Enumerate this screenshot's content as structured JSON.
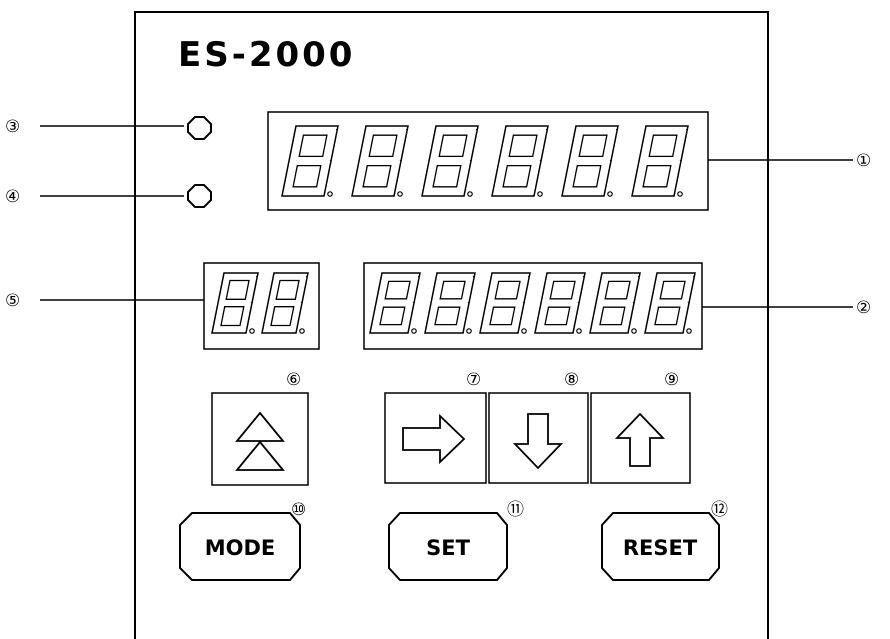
{
  "device": {
    "model_name": "ES-2000"
  },
  "displays": {
    "main": {
      "digits": 6,
      "callout": "①"
    },
    "sub": {
      "digits": 6,
      "callout": "②"
    },
    "small": {
      "digits": 2,
      "callout": "⑤"
    }
  },
  "leds": [
    {
      "callout": "③"
    },
    {
      "callout": "④"
    }
  ],
  "arrow_keys": [
    {
      "icon": "double-up-arrow-icon",
      "callout": "⑥"
    },
    {
      "icon": "right-arrow-icon",
      "callout": "⑦"
    },
    {
      "icon": "down-arrow-icon",
      "callout": "⑧"
    },
    {
      "icon": "up-arrow-icon",
      "callout": "⑨"
    }
  ],
  "buttons": [
    {
      "label": "MODE",
      "callout": "⑩"
    },
    {
      "label": "SET",
      "callout": "⑪"
    },
    {
      "label": "RESET",
      "callout": "⑫"
    }
  ]
}
